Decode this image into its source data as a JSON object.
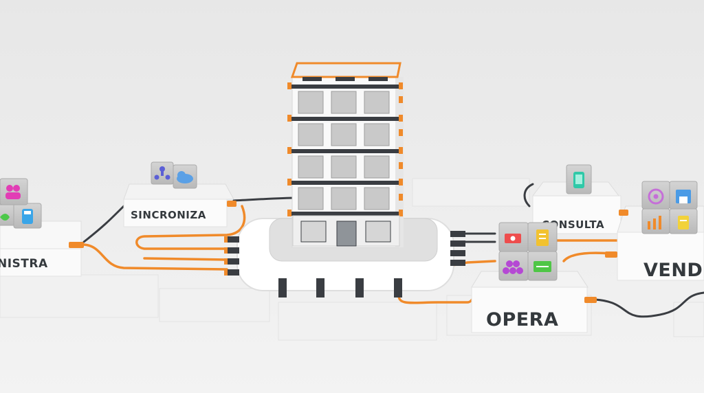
{
  "window": {
    "minimize_icon": "minimize-icon",
    "restore_icon": "restore-icon",
    "minimize_glyph": "—",
    "restore_glyph": "❐"
  },
  "labels": {
    "administra": "NISTRA",
    "sincroniza": "SINCRONIZA",
    "consulta": "CONSULTA",
    "opera": "OPERA",
    "vende": "VEND"
  },
  "colors": {
    "background": "#eeeeee",
    "platform": "#f7f7f7",
    "cable_orange": "#f08a2a",
    "cable_dark": "#3a3d42",
    "label_text": "#34393d"
  },
  "icons": {
    "administra": [
      "people-icon",
      "calculator-icon",
      "leaf-icon"
    ],
    "sincroniza": [
      "network-icon",
      "cloud-sync-icon"
    ],
    "consulta": [
      "mobile-icon"
    ],
    "opera": [
      "cash-icon",
      "clipboard-icon",
      "cubes-icon",
      "card-transfer-icon"
    ],
    "vende": [
      "target-icon",
      "storefront-icon",
      "growth-bars-icon",
      "receipt-icon"
    ]
  }
}
